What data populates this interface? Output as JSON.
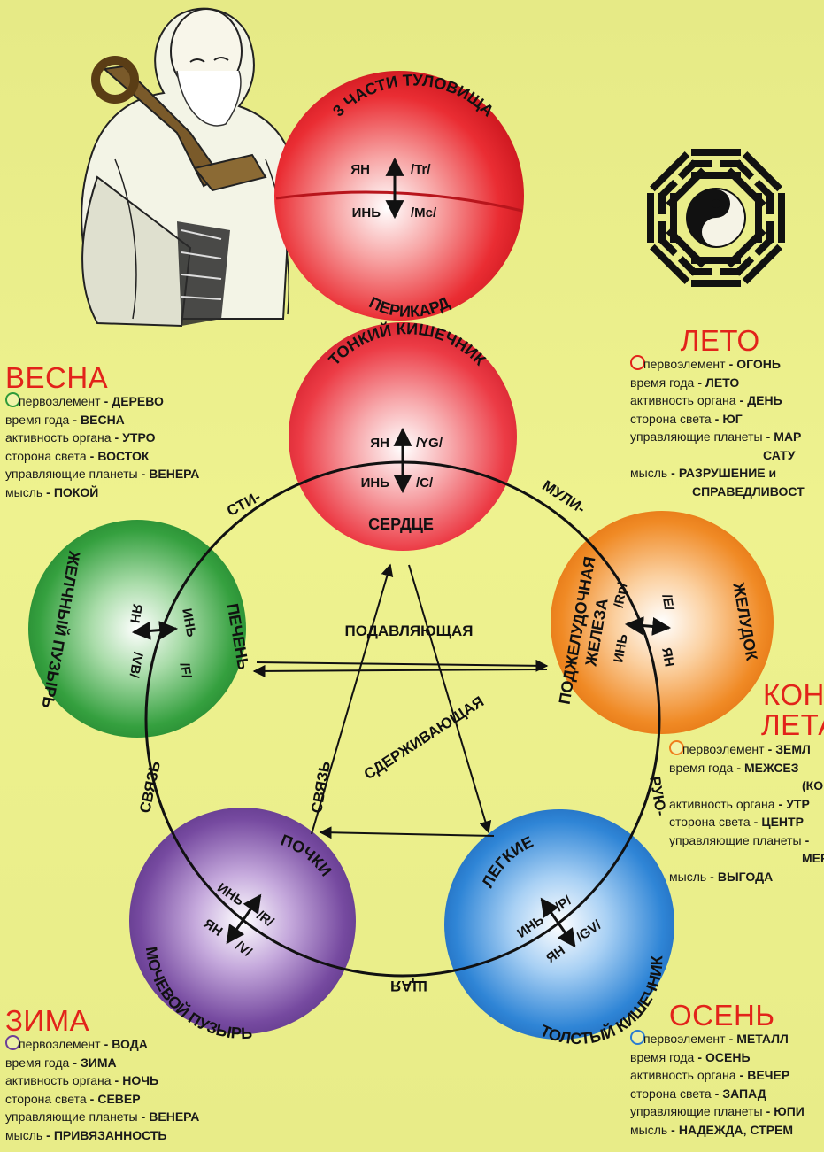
{
  "center": {
    "suppressing": "ПОДАВЛЯЮЩАЯ",
    "restraining": "СДЕРЖИВАЮЩАЯ",
    "link_left": "СВЯЗЬ",
    "link_inner": "СВЯЗЬ",
    "top_left_syllable": "СТИ-",
    "top_right_syllable": "МУЛИ-",
    "right_syllable": "РУЮ-",
    "bottom_syllable": "ЩАЯ"
  },
  "spheres": {
    "trunk": {
      "top": "3 ЧАСТИ ТУЛОВИЩА",
      "bottom": "ПЕРИКАРД",
      "yang": "ЯН",
      "yin": "ИНЬ",
      "yang_code": "/Tr/",
      "yin_code": "/Mc/",
      "color": "#e8262c"
    },
    "fire": {
      "top": "ТОНКИЙ КИШЕЧНИК",
      "bottom": "СЕРДЦЕ",
      "yang": "ЯН",
      "yin": "ИНЬ",
      "yang_code": "/YG/",
      "yin_code": "/C/",
      "color": "#ec3b45"
    },
    "earth": {
      "left": "ПОДЖЕЛУДОЧНАЯ",
      "left2": "ЖЕЛЕЗА",
      "right": "ЖЕЛУДОК",
      "yang": "ЯН",
      "yin": "ИНЬ",
      "yang_code": "/E/",
      "yin_code": "/Rp/",
      "color": "#ef7d1c"
    },
    "metal": {
      "top": "ЛЕГКИЕ",
      "bottom": "ТОЛСТЫЙ КИШЕЧНИК",
      "yang": "ЯН",
      "yin": "ИНЬ",
      "yang_code": "/GV/",
      "yin_code": "/P/",
      "color": "#2b7dd1"
    },
    "water": {
      "top": "ПОЧКИ",
      "bottom": "МОЧЕВОЙ ПУЗЫРЬ",
      "yang": "ЯН",
      "yin": "ИНЬ",
      "yang_code": "/V/",
      "yin_code": "/R/",
      "color": "#6d3f98"
    },
    "wood": {
      "left": "ЖЕЛЧНЫЙ ПУЗЫРЬ",
      "right": "ПЕЧЕНЬ",
      "yang": "ЯН",
      "yin": "ИНЬ",
      "yang_code": "/VB/",
      "yin_code": "/F/",
      "color": "#2f9a3a"
    }
  },
  "seasons": {
    "spring": {
      "title": "ВЕСНА",
      "marker_color": "#2f9a3a",
      "rows": [
        {
          "label": "первоэлемент",
          "value": "ДЕРЕВО"
        },
        {
          "label": "время года",
          "value": "ВЕСНА"
        },
        {
          "label": "активность органа",
          "value": "УТРО"
        },
        {
          "label": "сторона света",
          "value": "ВОСТОК"
        },
        {
          "label": "управляющие планеты",
          "value": "ВЕНЕРА"
        },
        {
          "label": "мысль",
          "value": "ПОКОЙ"
        }
      ]
    },
    "summer": {
      "title": "ЛЕТО",
      "marker_color": "#e2231a",
      "rows": [
        {
          "label": "первоэлемент",
          "value": "ОГОНЬ"
        },
        {
          "label": "время года",
          "value": "ЛЕТО"
        },
        {
          "label": "активность органа",
          "value": "ДЕНЬ"
        },
        {
          "label": "сторона света",
          "value": "ЮГ"
        },
        {
          "label": "управляющие планеты",
          "value": "МАР"
        },
        {
          "label": "",
          "value": "САТУ"
        },
        {
          "label": "мысль",
          "value": "РАЗРУШЕНИЕ и"
        },
        {
          "label": "",
          "value": "СПРАВЕДЛИВОСТ"
        }
      ]
    },
    "late_summer": {
      "title": "КОН",
      "title2": "ЛЕТА",
      "marker_color": "#ef7d1c",
      "rows": [
        {
          "label": "первоэлемент",
          "value": "ЗЕМЛ"
        },
        {
          "label": "время года",
          "value": "МЕЖСЕЗ"
        },
        {
          "label": "",
          "value": "(КОН"
        },
        {
          "label": "активность органа",
          "value": "УТР"
        },
        {
          "label": "сторона света",
          "value": "ЦЕНТР"
        },
        {
          "label": "управляющие планеты",
          "value": ""
        },
        {
          "label": "",
          "value": "МЕР"
        },
        {
          "label": "мысль",
          "value": "ВЫГОДА"
        }
      ]
    },
    "winter": {
      "title": "ЗИМА",
      "marker_color": "#6d3f98",
      "rows": [
        {
          "label": "первоэлемент",
          "value": "ВОДА"
        },
        {
          "label": "время года",
          "value": "ЗИМА"
        },
        {
          "label": "активность органа",
          "value": "НОЧЬ"
        },
        {
          "label": "сторона света",
          "value": "СЕВЕР"
        },
        {
          "label": "управляющие планеты",
          "value": "ВЕНЕРА"
        },
        {
          "label": "мысль",
          "value": "ПРИВЯЗАННОСТЬ"
        }
      ]
    },
    "autumn": {
      "title": "ОСЕНЬ",
      "marker_color": "#2b7dd1",
      "rows": [
        {
          "label": "первоэлемент",
          "value": "МЕТАЛЛ"
        },
        {
          "label": "время года",
          "value": "ОСЕНЬ"
        },
        {
          "label": "активность органа",
          "value": "ВЕЧЕР"
        },
        {
          "label": "сторона света",
          "value": "ЗАПАД"
        },
        {
          "label": "управляющие планеты",
          "value": "ЮПИ"
        },
        {
          "label": "мысль",
          "value": "НАДЕЖДА, СТРЕМ"
        }
      ]
    }
  }
}
